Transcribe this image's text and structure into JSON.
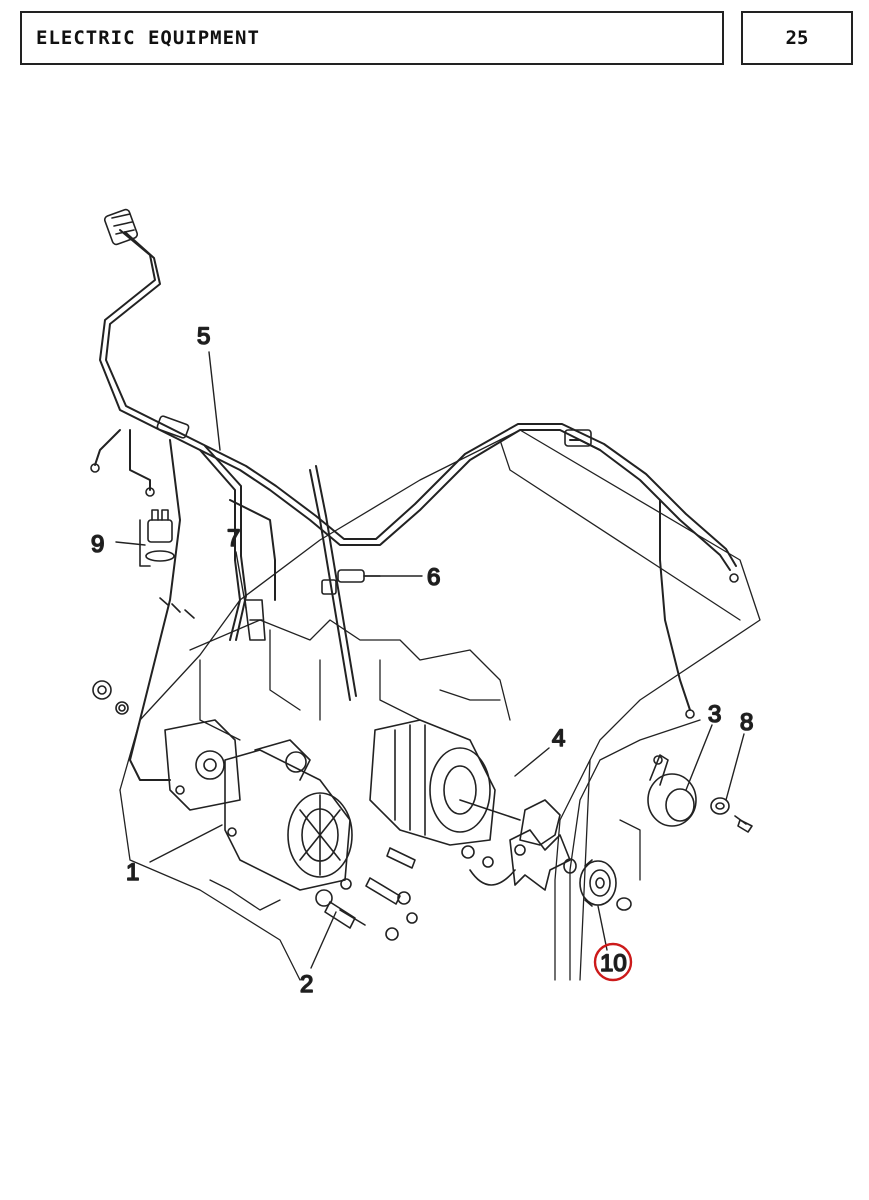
{
  "header": {
    "title": "ELECTRIC EQUIPMENT",
    "page_number": "25"
  },
  "callouts": [
    {
      "id": "1",
      "label": "1"
    },
    {
      "id": "2",
      "label": "2"
    },
    {
      "id": "3",
      "label": "3"
    },
    {
      "id": "4",
      "label": "4"
    },
    {
      "id": "5",
      "label": "5"
    },
    {
      "id": "6",
      "label": "6"
    },
    {
      "id": "7",
      "label": "7"
    },
    {
      "id": "8",
      "label": "8"
    },
    {
      "id": "9",
      "label": "9"
    },
    {
      "id": "10",
      "label": "10",
      "highlighted": true
    }
  ],
  "colors": {
    "ink": "#111111",
    "highlight_ring": "#cc1a1a"
  }
}
